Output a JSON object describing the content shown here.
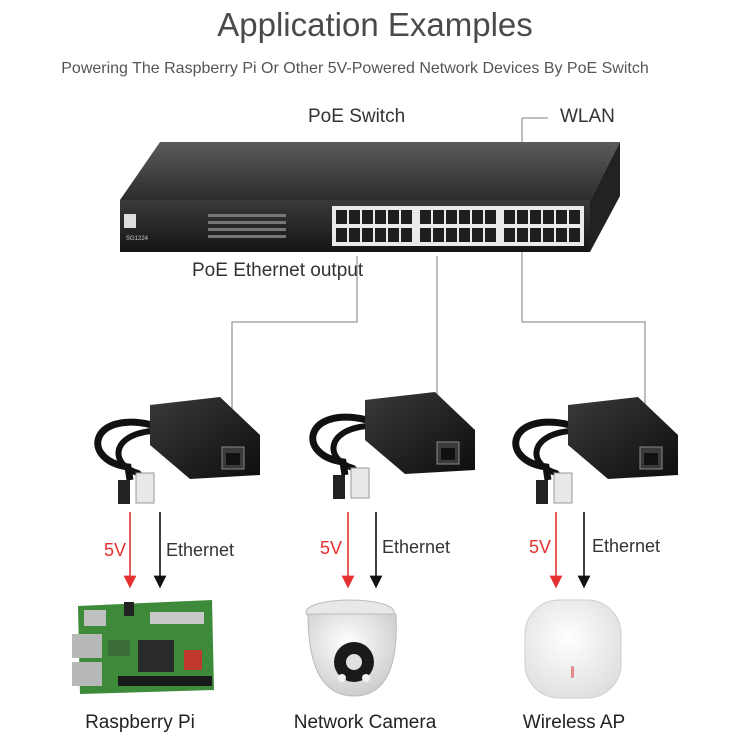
{
  "header": {
    "title": "Application Examples",
    "subtitle": "Powering The Raspberry Pi Or Other 5V-Powered Network Devices By PoE Switch"
  },
  "switch": {
    "label": "PoE Switch",
    "wlan_label": "WLAN",
    "output_label": "PoE Ethernet output",
    "model_text": "SG1224"
  },
  "branches": [
    {
      "power_label": "5V",
      "data_label": "Ethernet",
      "device_label": "Raspberry Pi"
    },
    {
      "power_label": "5V",
      "data_label": "Ethernet",
      "device_label": "Network Camera"
    },
    {
      "power_label": "5V",
      "data_label": "Ethernet",
      "device_label": "Wireless AP"
    }
  ],
  "colors": {
    "power_arrow": "#e53030",
    "data_arrow": "#111111",
    "line": "#9a9a9a"
  },
  "icons": [
    "poe-switch-icon",
    "poe-splitter-icon",
    "raspberry-pi-icon",
    "dome-camera-icon",
    "wireless-ap-icon"
  ]
}
